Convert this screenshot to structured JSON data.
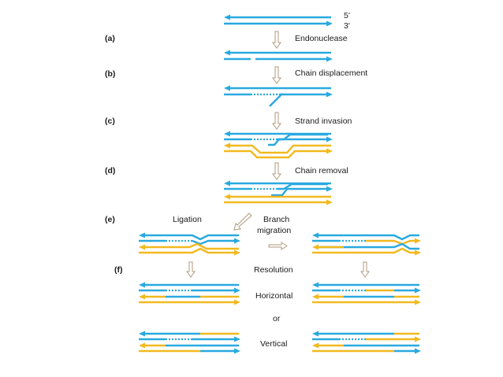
{
  "ends": {
    "five_prime": "5'",
    "three_prime": "3'"
  },
  "steps": {
    "a": {
      "tag": "(a)",
      "label": "Endonuclease"
    },
    "b": {
      "tag": "(b)",
      "label": "Chain displacement"
    },
    "c": {
      "tag": "(c)",
      "label": "Strand invasion"
    },
    "d": {
      "tag": "(d)",
      "label": "Chain removal"
    },
    "e": {
      "tag": "(e)",
      "label_left": "Ligation",
      "label_right_line1": "Branch",
      "label_right_line2": "migration"
    },
    "f": {
      "tag": "(f)",
      "label": "Resolution"
    }
  },
  "outcomes": {
    "horizontal": "Horizontal",
    "or": "or",
    "vertical": "Vertical"
  },
  "colors": {
    "strand_blue": "#29a9e0",
    "strand_gold": "#f2b91f",
    "arrow_outline": "#b09a7c"
  }
}
